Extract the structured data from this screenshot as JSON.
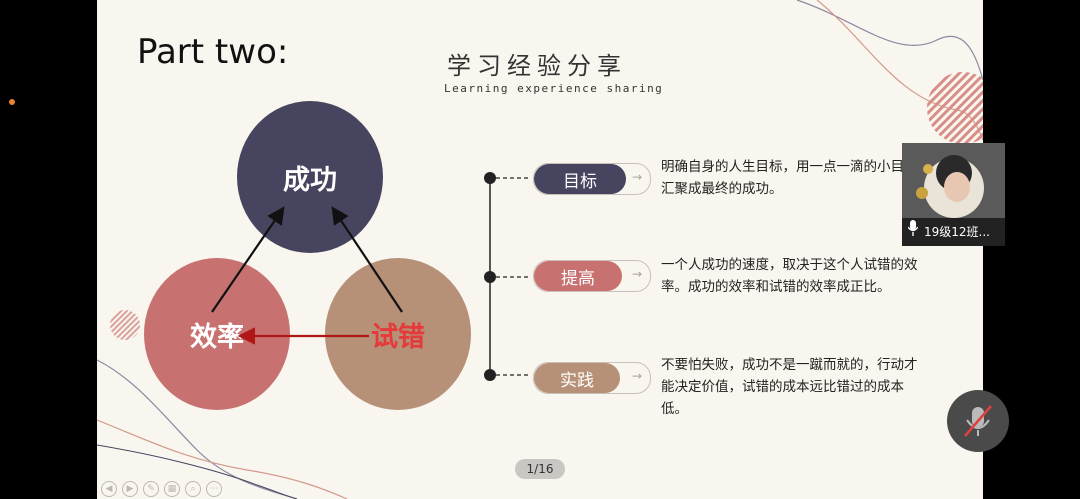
{
  "slide": {
    "part_title": "Part two:",
    "cn_title": "学习经验分享",
    "en_title": "Learning experience sharing",
    "circles": {
      "success": "成功",
      "efficiency": "效率",
      "trial_error": "试错"
    },
    "items": [
      {
        "label": "目标",
        "color": "#46445f",
        "desc": "明确自身的人生目标，用一点一滴的小目标汇聚成最终的成功。"
      },
      {
        "label": "提高",
        "color": "#c77170",
        "desc": "一个人成功的速度，取决于这个人试错的效率。成功的效率和试错的效率成正比。"
      },
      {
        "label": "实践",
        "color": "#b69077",
        "desc": "不要怕失败，成功不是一蹴而就的，行动才能决定价值，试错的成本远比错过的成本低。"
      }
    ],
    "page_indicator": "1/16"
  },
  "video": {
    "participant_name": "19级12班..."
  },
  "colors": {
    "slide_bg": "#f8f6ee",
    "accent_orange": "#e8832f"
  }
}
